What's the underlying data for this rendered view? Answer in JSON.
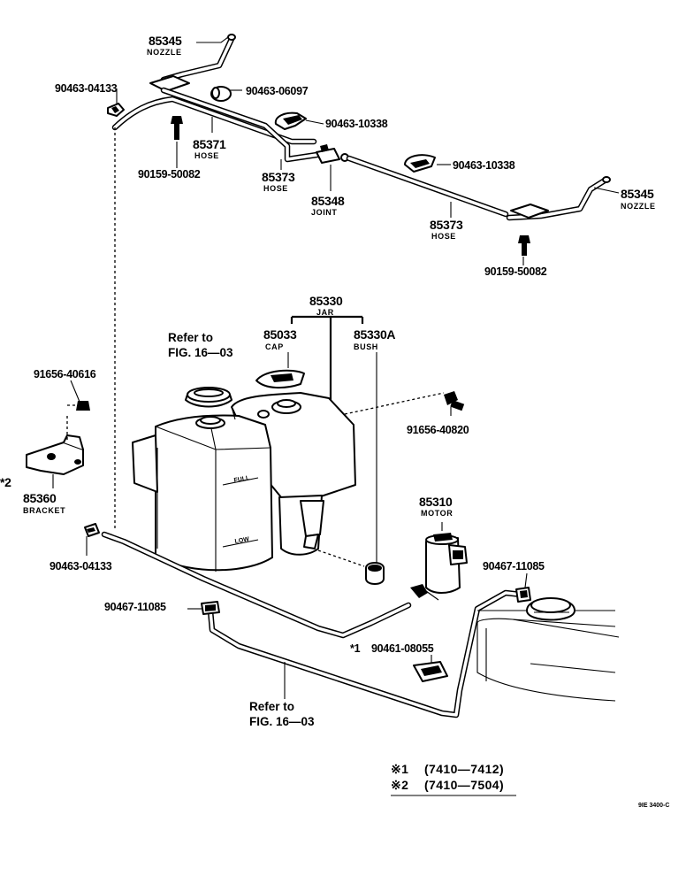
{
  "diagram": {
    "parts": {
      "nozzle_top": {
        "number": "85345",
        "name": "NOZZLE"
      },
      "clip_upper_left": {
        "number": "90463-04133"
      },
      "grommet": {
        "number": "90463-06097"
      },
      "clamp_upper": {
        "number": "90463-10338"
      },
      "hose_85371": {
        "number": "85371",
        "name": "HOSE"
      },
      "bolt_upper_left": {
        "number": "90159-50082"
      },
      "hose_85373_upper": {
        "number": "85373",
        "name": "HOSE"
      },
      "joint": {
        "number": "85348",
        "name": "JOINT"
      },
      "clamp_right": {
        "number": "90463-10338"
      },
      "nozzle_right": {
        "number": "85345",
        "name": "NOZZLE"
      },
      "hose_85373_lower": {
        "number": "85373",
        "name": "HOSE"
      },
      "bolt_right": {
        "number": "90159-50082"
      },
      "jar": {
        "number": "85330",
        "name": "JAR"
      },
      "cap": {
        "number": "85033",
        "name": "CAP"
      },
      "bush": {
        "number": "85330A",
        "name": "BUSH"
      },
      "bolt_bracket": {
        "number": "91656-40616"
      },
      "bolt_jar": {
        "number": "91656-40820"
      },
      "bracket": {
        "number": "85360",
        "name": "BRACKET",
        "mark": "*2"
      },
      "motor": {
        "number": "85310",
        "name": "MOTOR"
      },
      "clip_lower_left": {
        "number": "90463-04133"
      },
      "clamp_hose_right": {
        "number": "90467-11085"
      },
      "clamp_hose_left": {
        "number": "90467-11085"
      },
      "clip_lower": {
        "number": "90461-08055",
        "mark": "*1"
      }
    },
    "references": {
      "upper": {
        "line1": "Refer to",
        "line2": "FIG. 16—03"
      },
      "lower": {
        "line1": "Refer to",
        "line2": "FIG. 16—03"
      }
    },
    "tank_markings": {
      "full": "FULL",
      "low": "LOW"
    },
    "legend": [
      {
        "mark": "※1",
        "range": "(7410—7412)"
      },
      {
        "mark": "※2",
        "range": "(7410—7504)"
      }
    ],
    "drawing_code": "9IE 3400-C"
  }
}
